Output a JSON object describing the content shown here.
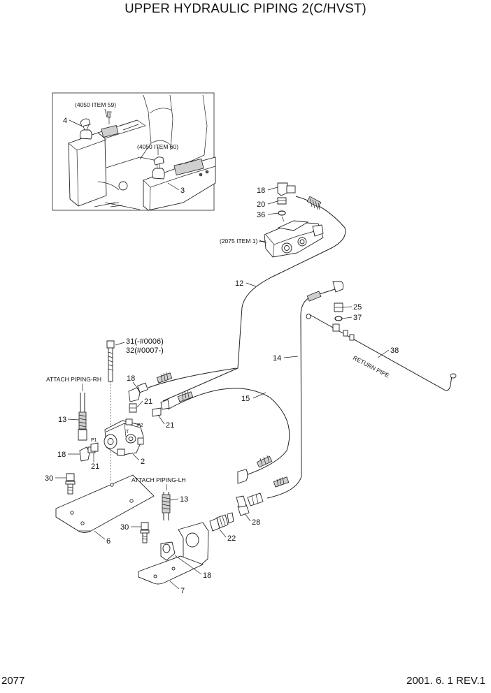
{
  "title": "UPPER HYDRAULIC PIPING 2(C/HVST)",
  "footer": {
    "page_number": "2077",
    "revision": "2001. 6. 1  REV.1"
  },
  "inset_references": [
    "(4050 ITEM 59)",
    "(4050 ITEM 60)"
  ],
  "valve_reference": "(2075 ITEM 1)",
  "attach_labels": {
    "rh": "ATTACH PIPING-RH",
    "lh": "ATTACH PIPING-LH"
  },
  "return_pipe_label": "RETURN PIPE",
  "port_labels": {
    "p1": "P1",
    "p2": "P2",
    "t": "T"
  },
  "callouts": {
    "c4": "4",
    "c3": "3",
    "c18a": "18",
    "c20": "20",
    "c36": "36",
    "c12": "12",
    "c25": "25",
    "c37": "37",
    "c38": "38",
    "c14": "14",
    "c31_32a": "31(-#0006)",
    "c31_32b": "32(#0007-)",
    "c18b": "18",
    "c21a": "21",
    "c21b": "21",
    "c15": "15",
    "c13a": "13",
    "c18c": "18",
    "c21c": "21",
    "c2": "2",
    "c30a": "30",
    "c6": "6",
    "c13b": "13",
    "c30b": "30",
    "c22": "22",
    "c28": "28",
    "c18d": "18",
    "c7": "7"
  }
}
